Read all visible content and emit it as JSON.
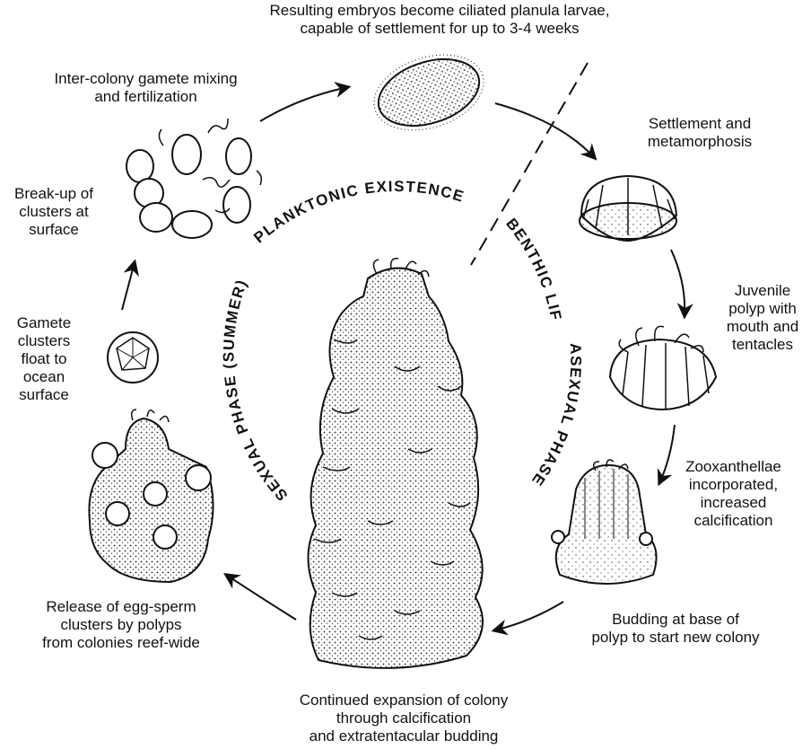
{
  "labels": {
    "planula": [
      "Resulting embryos become ciliated planula larvae,",
      "capable of settlement for up to 3-4 weeks"
    ],
    "mixing": [
      "Inter-colony gamete mixing",
      "and fertilization"
    ],
    "settlement": [
      "Settlement and",
      "metamorphosis"
    ],
    "breakup": [
      "Break-up of",
      "clusters at",
      "surface"
    ],
    "juvenile": [
      "Juvenile",
      "polyp with",
      "mouth and",
      "tentacles"
    ],
    "float": [
      "Gamete",
      "clusters",
      "float to",
      "ocean",
      "surface"
    ],
    "zoox": [
      "Zooxanthellae",
      "incorporated,",
      "increased",
      "calcification"
    ],
    "release": [
      "Release of egg-sperm",
      "clusters by polyps",
      "from colonies reef-wide"
    ],
    "budding": [
      "Budding at base of",
      "polyp to start new colony"
    ],
    "expansion": [
      "Continued expansion of colony",
      "through calcification",
      "and extratentacular budding"
    ]
  },
  "ring": {
    "planktonic": "PLANKTONIC EXISTENCE",
    "benthic": "BENTHIC LIFE",
    "sexual": "SEXUAL PHASE (SUMMER)",
    "asexual": "ASEXUAL PHASE"
  }
}
